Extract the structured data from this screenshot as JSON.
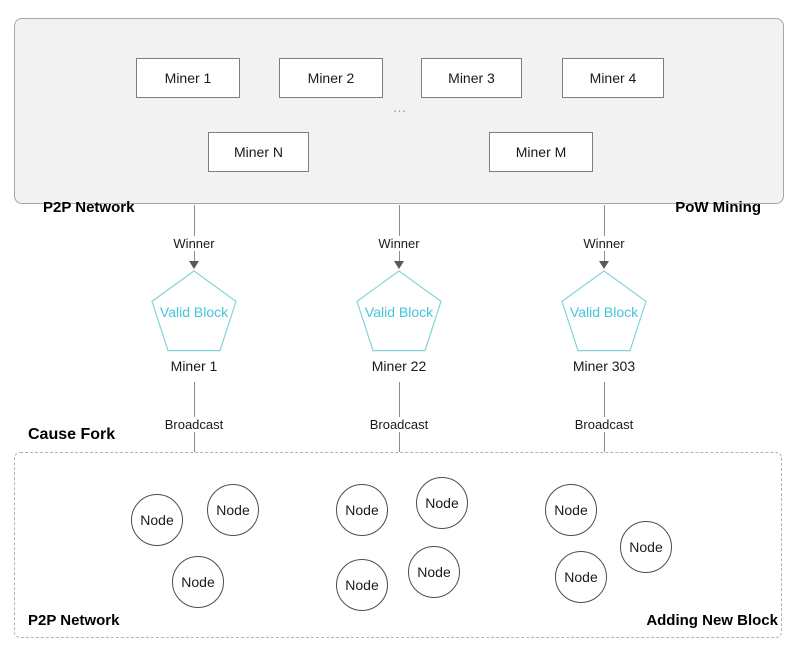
{
  "colors": {
    "accent_cyan_text": "#45c5da",
    "pentagon_stroke": "#86d4da",
    "pow_box_fill": "#f2f2f2",
    "line_gray": "#8c8c8c"
  },
  "pow_section": {
    "label_left": "P2P Network",
    "label_right": "PoW Mining",
    "miners_row1": [
      "Miner 1",
      "Miner 2",
      "Miner 3",
      "Miner 4"
    ],
    "miners_row2": [
      "Miner N",
      "Miner M"
    ],
    "ellipsis": "..."
  },
  "columns": [
    {
      "winner_label": "Winner",
      "block_label": "Valid Block",
      "miner_label": "Miner 1",
      "broadcast_label": "Broadcast"
    },
    {
      "winner_label": "Winner",
      "block_label": "Valid Block",
      "miner_label": "Miner 22",
      "broadcast_label": "Broadcast"
    },
    {
      "winner_label": "Winner",
      "block_label": "Valid Block",
      "miner_label": "Miner 303",
      "broadcast_label": "Broadcast"
    }
  ],
  "fork_label": "Cause Fork",
  "p2p_section": {
    "label_left": "P2P Network",
    "label_right": "Adding New Block",
    "groups": [
      {
        "nodes": [
          "Node",
          "Node",
          "Node"
        ]
      },
      {
        "nodes": [
          "Node",
          "Node",
          "Node",
          "Node"
        ]
      },
      {
        "nodes": [
          "Node",
          "Node",
          "Node"
        ]
      }
    ]
  }
}
